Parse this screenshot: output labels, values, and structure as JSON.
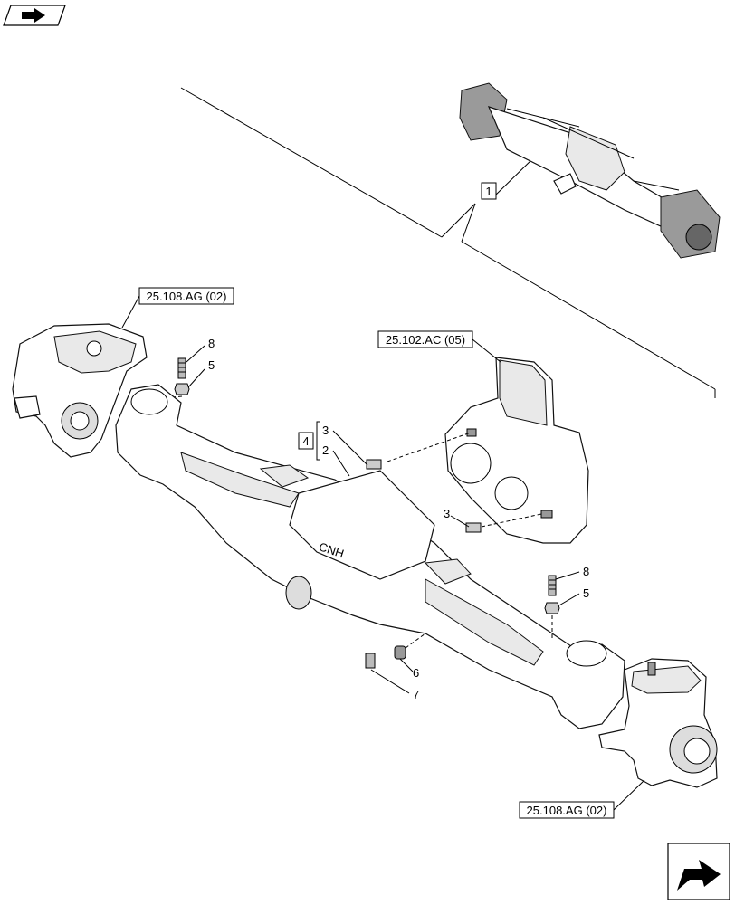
{
  "references": {
    "knuckle_left": "25.108.AG (02)",
    "knuckle_right": "25.108.AG (02)",
    "differential": "25.102.AC (05)"
  },
  "assembly_item": "1",
  "kit_item": "4",
  "callouts": {
    "stud_upper_left": "8",
    "nut_upper_left": "5",
    "pin_kit": "3",
    "beam": "2",
    "pin_lower": "3",
    "stud_right": "8",
    "nut_right": "5",
    "plug": "6",
    "fitting": "7"
  },
  "beam_logo": "CNH",
  "icons": {
    "top_left": "book-arrow-icon",
    "bottom_right": "next-page-arrow-icon"
  }
}
